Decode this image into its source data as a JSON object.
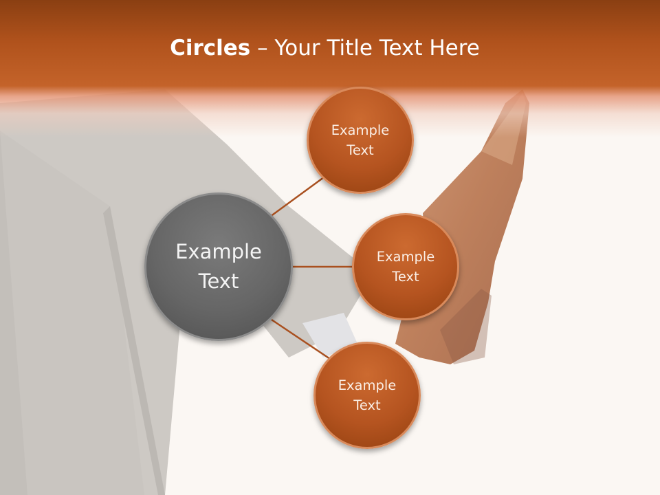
{
  "title": {
    "bold": "Circles",
    "rest": " – Your Title Text Here"
  },
  "hub": {
    "label": "Example Text"
  },
  "nodes": [
    {
      "label": "Example Text"
    },
    {
      "label": "Example Text"
    },
    {
      "label": "Example Text"
    }
  ],
  "colors": {
    "header": "#b0521c",
    "node_fill": "#b55420",
    "hub_fill": "#666666",
    "connector": "#a9501f"
  },
  "background_image": "man-in-suit-kicking-leg-with-brown-shoe"
}
